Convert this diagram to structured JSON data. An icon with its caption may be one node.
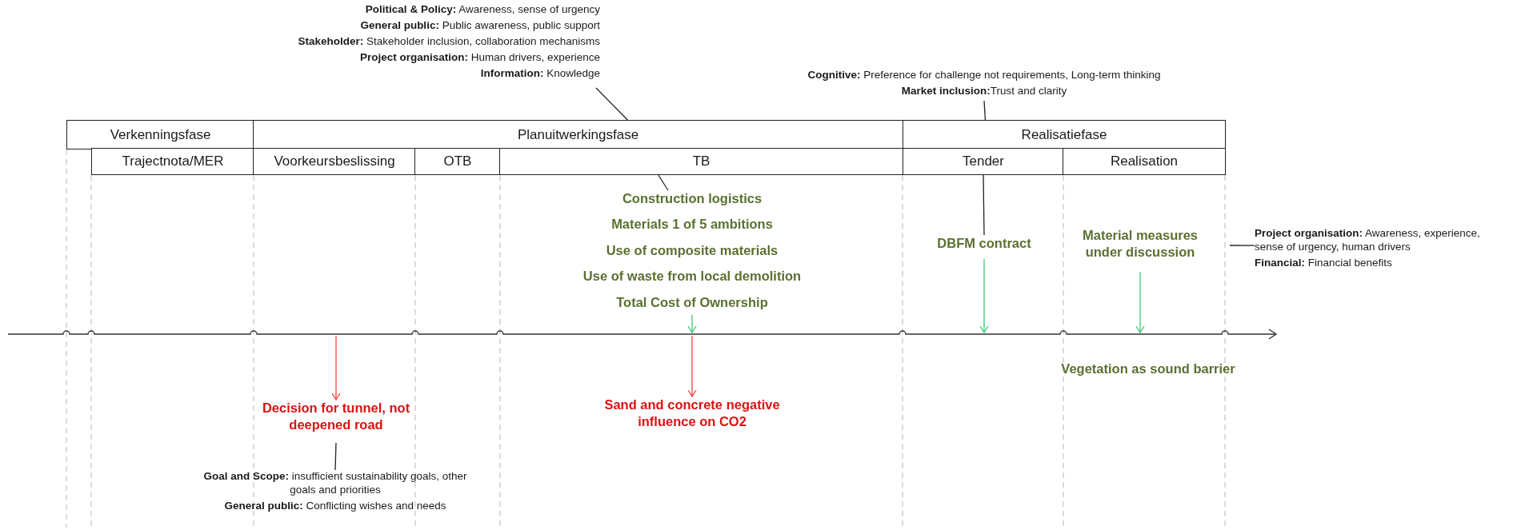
{
  "diagram": {
    "nodes": [
      {
        "text": [
          "Verkenningsfase"
        ]
      },
      {
        "text": [
          "Planuitwerkingsfase"
        ]
      },
      {
        "text": [
          "Realisatiefase"
        ]
      },
      {
        "text": [
          "Trajectnota/MER"
        ]
      },
      {
        "text": [
          "Voorkeursbeslissing"
        ]
      },
      {
        "text": [
          "OTB"
        ]
      },
      {
        "text": [
          "TB"
        ]
      },
      {
        "text": [
          "Tender"
        ]
      },
      {
        "text": [
          "Realisation"
        ]
      },
      {
        "text": [
          "**Political & Policy:** Awareness, sense of urgency",
          "**General public:** Public awareness, public support",
          "**Stakeholder:** Stakeholder inclusion, collaboration mechanisms",
          "**Project organisation:** Human drivers, experience",
          "**Information:** Knowledge"
        ]
      },
      {
        "text": [
          "**Cognitive:** Preference for challenge not requirements, Long-term thinking",
          "**Market inclusion:**Trust and clarity"
        ]
      },
      {
        "text": [
          "Construction logistics",
          "Materials 1 of 5 ambitions",
          "Use of composite materials",
          "Use of waste from local demolition",
          "Total Cost of Ownership"
        ]
      },
      {
        "text": [
          "DBFM contract"
        ]
      },
      {
        "text": [
          "Material measures under discussion"
        ]
      },
      {
        "text": [
          "Decision for tunnel, not deepened road"
        ]
      },
      {
        "text": [
          "Sand and concrete negative influence on CO2"
        ]
      },
      {
        "text": [
          "**Goal and Scope:** insufficient sustainability goals, other goals and priorities",
          "**General public:** Conflicting wishes and needs"
        ]
      },
      {
        "text": [
          "**Project organisation:** Awareness, experience, sense of urgency, human drivers",
          "**Financial:** Financial benefits"
        ]
      },
      {
        "text": [],
        "shape": "bar"
      }
    ],
    "edges": [
      {
        "from": 9,
        "to": 1,
        "arrow": "none"
      },
      {
        "from": 10,
        "to": 2,
        "arrow": "none"
      },
      {
        "from": 6,
        "to": 11,
        "arrow": "none"
      },
      {
        "from": 7,
        "to": 12,
        "arrow": "none"
      },
      {
        "from": 11,
        "to": 18,
        "arrow": "to",
        "color": "#3cc878"
      },
      {
        "from": 12,
        "to": 18,
        "arrow": "to",
        "color": "#3cc878"
      },
      {
        "from": 13,
        "to": 18,
        "arrow": "to",
        "color": "#3cc878"
      },
      {
        "from": 18,
        "to": 14,
        "arrow": "to",
        "color": "#ff4040"
      },
      {
        "from": 18,
        "to": 15,
        "arrow": "to",
        "color": "#ff4040"
      },
      {
        "from": 14,
        "to": 16,
        "arrow": "none"
      },
      {
        "from": 17,
        "to": null,
        "arrow": "none"
      }
    ],
    "labels": [
      "Vegetation as sound barrier"
    ]
  }
}
